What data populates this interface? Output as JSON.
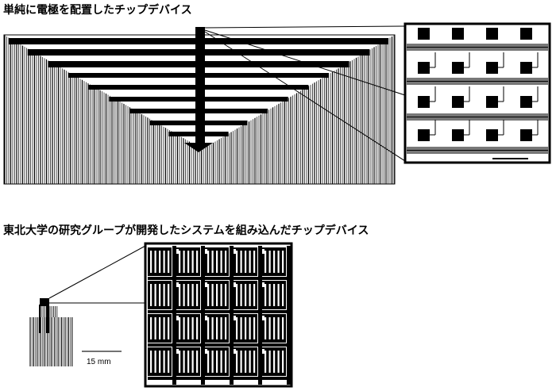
{
  "captions": {
    "top": "単純に電極を配置したチップデバイス",
    "bottom": "東北大学の研究グループが開発したシステムを組み込んだチップデバイス"
  },
  "scale_bar": {
    "label": "15 mm"
  },
  "colors": {
    "ink": "#000000",
    "paper": "#ffffff",
    "grey": "#777777"
  }
}
